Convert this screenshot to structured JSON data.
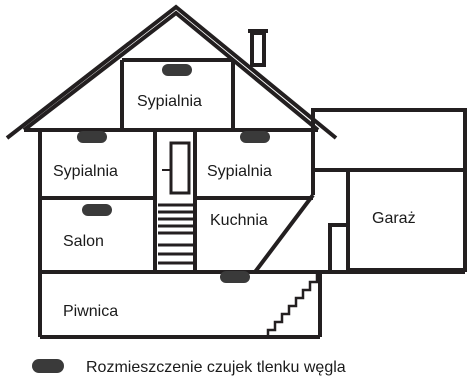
{
  "diagram": {
    "rooms": {
      "attic_bedroom": "Sypialnia",
      "left_bedroom": "Sypialnia",
      "right_bedroom": "Sypialnia",
      "living_room": "Salon",
      "kitchen": "Kuchnia",
      "garage": "Garaż",
      "basement": "Piwnica"
    },
    "legend": {
      "label": "Rozmieszczenie czujek tlenku węgla",
      "marker_icon": "co-detector-marker"
    },
    "colors": {
      "line": "#231f20",
      "detector": "#3a3a3a",
      "background": "#ffffff"
    }
  }
}
